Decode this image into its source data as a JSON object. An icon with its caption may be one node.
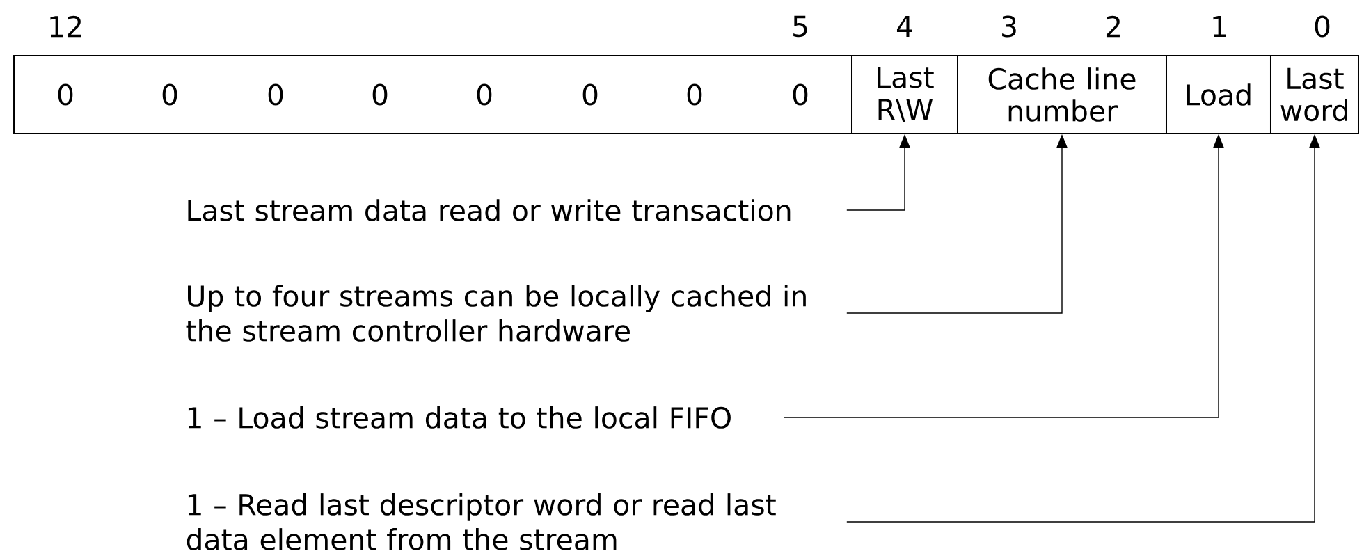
{
  "diagram": {
    "nodes": [
      {
        "text": [
          "0",
          "0",
          "0",
          "0",
          "0",
          "0",
          "0",
          "0"
        ]
      },
      {
        "text": [
          "Last R\\W"
        ]
      },
      {
        "text": [
          "Cache line number"
        ]
      },
      {
        "text": [
          "Load"
        ]
      },
      {
        "text": [
          "Last word"
        ]
      },
      {
        "text": [
          "Last stream data read or write transaction"
        ]
      },
      {
        "text": [
          "Up to four streams can be locally cached in the stream controller hardware"
        ]
      },
      {
        "text": [
          "1 – Load stream data to the local FIFO"
        ]
      },
      {
        "text": [
          "1 – Read last descriptor word or read last data element from the stream"
        ]
      }
    ],
    "edges": [
      {
        "from": 5,
        "to": 1,
        "arrow": "to"
      },
      {
        "from": 6,
        "to": 2,
        "arrow": "to"
      },
      {
        "from": 7,
        "to": 3,
        "arrow": "to"
      },
      {
        "from": 8,
        "to": 4,
        "arrow": "to"
      }
    ],
    "labels": [
      "12",
      "5",
      "4",
      "3",
      "2",
      "1",
      "0"
    ]
  }
}
